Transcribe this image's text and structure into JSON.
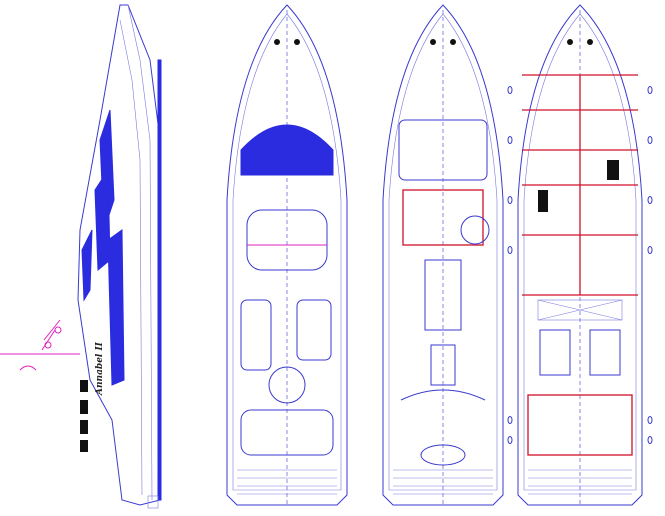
{
  "drawing": {
    "profile_label": "Annabel II",
    "views": [
      "side-profile",
      "flybridge-deck",
      "main-deck",
      "lower-deck"
    ],
    "colors": {
      "outline": "#3a3ad0",
      "fill": "#2b2be0",
      "walls": "#d0102a",
      "systems": "#e020c0"
    }
  }
}
